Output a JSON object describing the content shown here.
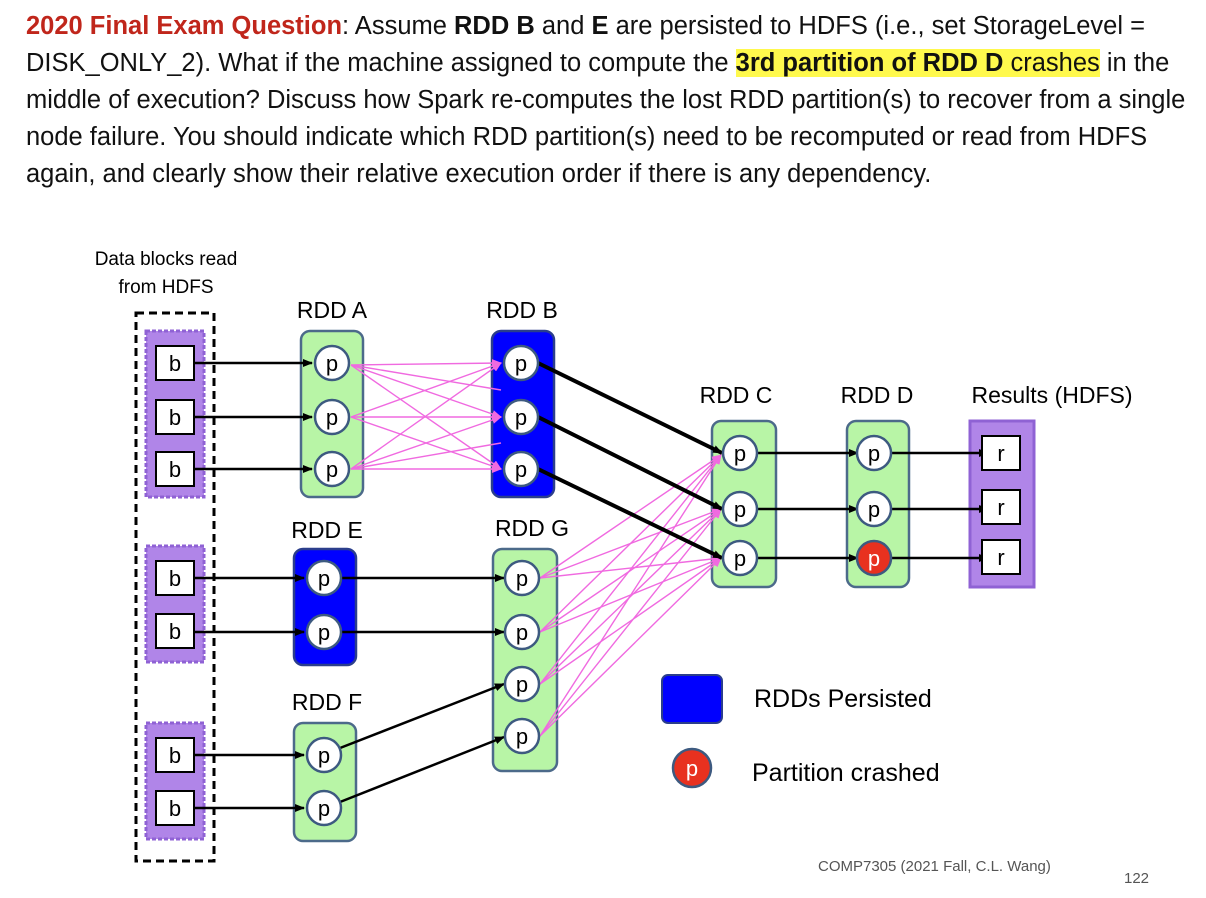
{
  "question": {
    "prefix": "2020 Final Exam Question",
    "colon": ": Assume ",
    "rdd_b": "RDD B",
    "and": " and ",
    "rdd_e": "E",
    "rest1": " are persisted to HDFS (i.e., set StorageLevel = DISK_ONLY_2). What if the machine assigned to compute the ",
    "hl1": "3rd partition",
    "space": " ",
    "hl2": "of RDD D",
    "hl3": " crashes",
    "rest2": " in the middle of execution? Discuss how Spark re-computes the lost RDD partition(s) to recover from a single node failure. You should indicate which RDD partition(s) need to be recomputed or read from HDFS again, and clearly show their relative execution order if there is any dependency."
  },
  "diagram": {
    "hdfs_label_line1": "Data blocks read",
    "hdfs_label_line2": "from HDFS",
    "block_label": "b",
    "partition_label": "p",
    "result_label": "r",
    "rdd_a": "RDD A",
    "rdd_b": "RDD B",
    "rdd_c": "RDD C",
    "rdd_d": "RDD D",
    "rdd_e": "RDD E",
    "rdd_f": "RDD F",
    "rdd_g": "RDD G",
    "results": "Results (HDFS)"
  },
  "legend": {
    "persisted": "RDDs Persisted",
    "crashed": "Partition crashed",
    "crashed_icon_label": "p"
  },
  "colors": {
    "green_fill": "#b8f5a6",
    "persisted_blue": "#0000ff",
    "block_purple": "#b085e8",
    "crash_red": "#e8311f",
    "shuffle_pink": "#f06ae0",
    "title_red": "#c0261b",
    "highlight_yellow": "#fff94d"
  },
  "footer": {
    "source": "COMP7305 (2021 Fall, C.L. Wang)",
    "page": "122"
  }
}
